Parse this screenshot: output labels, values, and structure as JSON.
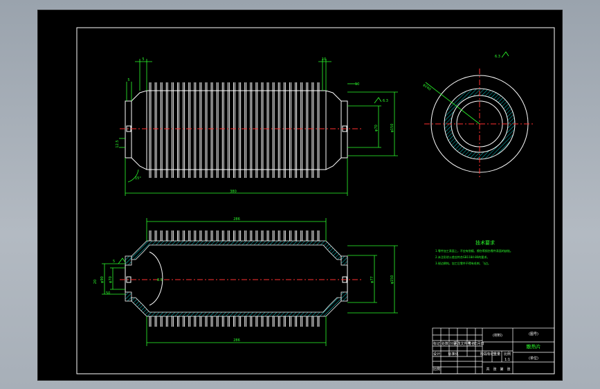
{
  "colors": {
    "outline": "#ffffff",
    "dimension": "#00ff00",
    "centerline": "#ff3030",
    "section_hatch": "#00c8c8",
    "background": "#000000"
  },
  "top_view": {
    "overall_length": "380",
    "flange_gap": "10",
    "right_inner_dia": "φ70",
    "right_outer_dia": "φ150",
    "left_spigot_dim": "12.5",
    "chamfer_angle": "15°",
    "top_left_mark": "5",
    "top_right_mark": "10",
    "right_step_mark": "10",
    "side_mark": "5",
    "roughness_mark": "6.3"
  },
  "end_view": {
    "roughness": "6.3",
    "diameter": "φ240"
  },
  "section_view": {
    "fin_length": "286",
    "body_length": "286",
    "left_bore": "φ70",
    "left_outer": "φ90",
    "left_small_dim": "50",
    "right_bore": "φ77",
    "right_outer": "φ150",
    "side_mark": "20",
    "chamfer_mark": "8.5",
    "small_mark": "5"
  },
  "tech_req": {
    "title": "技术要求",
    "items": [
      "1.零件加工表面上，不应有划痕、擦伤等损伤零件表面的缺陷。",
      "2.未注形状公差应符合GB1184-80的要求。",
      "3.锐边倒钝，加工后零件不得有毛刺、飞边。"
    ]
  },
  "title_block": {
    "scale_label": "比例",
    "material_cell": "(材料)",
    "drawing_name": "散热片",
    "drawing_no": "(图号)",
    "company": "(单位)",
    "row_labels": [
      "标记",
      "处数",
      "分区",
      "更改文件号",
      "签名",
      "年月日"
    ],
    "design_labels": [
      "设计",
      "标准化",
      "阶段标记",
      "重量",
      "比例"
    ],
    "sheet_labels": [
      "共",
      "张",
      "第",
      "张"
    ],
    "ratio": "1:1"
  }
}
